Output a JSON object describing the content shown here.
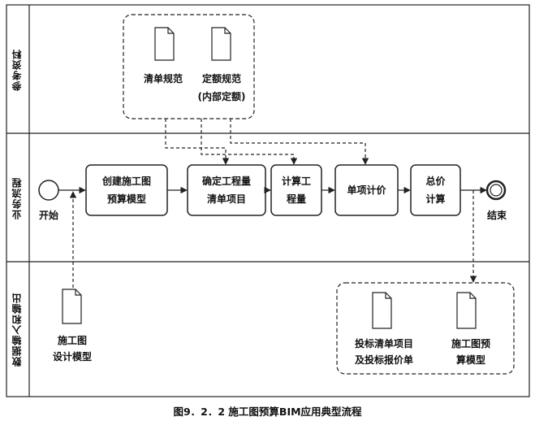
{
  "lanes": {
    "reference": "参考资料",
    "business": "业务流程",
    "data_io": "数据输入和输出"
  },
  "reference_docs": {
    "bill_spec": "清单规范",
    "quota_spec_line1": "定额规范",
    "quota_spec_line2": "(内部定额)"
  },
  "events": {
    "start": "开始",
    "end": "结束"
  },
  "process": {
    "create_model_line1": "创建施工图",
    "create_model_line2": "预算模型",
    "determine_items_line1": "确定工程量",
    "determine_items_line2": "清单项目",
    "calc_quantity_line1": "计算工",
    "calc_quantity_line2": "程量",
    "unit_price": "单项计价",
    "total_price_line1": "总价",
    "total_price_line2": "计算"
  },
  "io_docs": {
    "input_line1": "施工图",
    "input_line2": "设计模型",
    "output1_line1": "投标清单项目",
    "output1_line2": "及投标报价单",
    "output2_line1": "施工图预",
    "output2_line2": "算模型"
  },
  "caption": "图9．2．2 施工图预算BIM应用典型流程",
  "colors": {
    "line": "#222222",
    "box_fill": "#ffffff",
    "background": "#ffffff"
  }
}
